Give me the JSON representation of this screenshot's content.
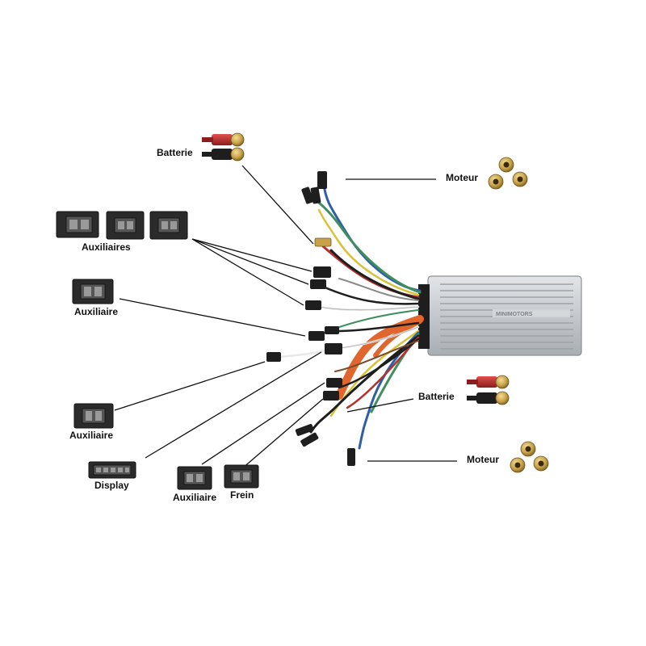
{
  "labels": {
    "battery_top": "Batterie",
    "motor_top": "Moteur",
    "aux_triple": "Auxiliaires",
    "aux_single_upper": "Auxiliaire",
    "aux_single_lower": "Auxiliaire",
    "display": "Display",
    "aux_bottom": "Auxiliaire",
    "brake": "Frein",
    "battery_right": "Batterie",
    "motor_right": "Moteur"
  },
  "controller": {
    "brand_text": "MINIMOTORS"
  },
  "colors": {
    "housing": "#c9ccd0",
    "housing_ridge": "#aeb2b7",
    "wire_orange": "#e0662d",
    "wire_green": "#3f8f5e",
    "wire_blue": "#2f5ea8",
    "wire_yellow": "#d9c23a",
    "wire_white": "#e8e8e8",
    "wire_red": "#b3322e",
    "brass": "#c8a24a",
    "battery_red": "#c22d2d"
  }
}
